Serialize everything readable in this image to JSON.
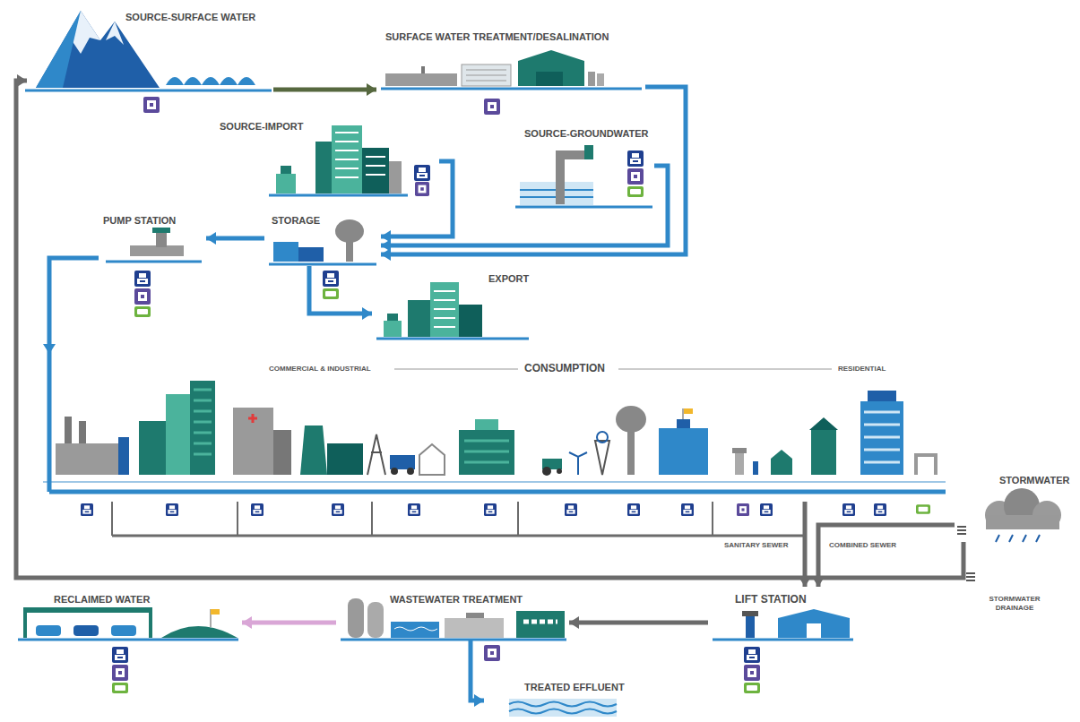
{
  "diagram": {
    "nodes": [
      {
        "text": [
          "SOURCE-SURFACE WATER"
        ]
      },
      {
        "text": [
          "SURFACE WATER TREATMENT/DESALINATION"
        ]
      },
      {
        "text": [
          "SOURCE-IMPORT"
        ]
      },
      {
        "text": [
          "SOURCE-GROUNDWATER"
        ]
      },
      {
        "text": [
          "PUMP STATION"
        ]
      },
      {
        "text": [
          "STORAGE"
        ]
      },
      {
        "text": [
          "EXPORT"
        ]
      },
      {
        "text": [
          "CONSUMPTION"
        ]
      },
      {
        "text": [
          "STORMWATER"
        ]
      },
      {
        "text": [
          "RECLAIMED WATER"
        ]
      },
      {
        "text": [
          "WASTEWATER TREATMENT"
        ]
      },
      {
        "text": [
          "LIFT STATION"
        ]
      },
      {
        "text": [
          "TREATED EFFLUENT"
        ]
      }
    ],
    "edges": [
      {
        "from": 0,
        "to": 1,
        "arrow": "to"
      },
      {
        "from": 1,
        "to": 5,
        "arrow": "to"
      },
      {
        "from": 2,
        "to": 5,
        "arrow": "to"
      },
      {
        "from": 3,
        "to": 5,
        "arrow": "to"
      },
      {
        "from": 5,
        "to": 4,
        "arrow": "to"
      },
      {
        "from": 5,
        "to": 6,
        "arrow": "to"
      },
      {
        "from": 4,
        "to": 7,
        "arrow": "to"
      },
      {
        "from": 7,
        "to": 11,
        "label": "SANITARY SEWER",
        "arrow": "to"
      },
      {
        "from": 8,
        "to": 11,
        "label": "COMBINED SEWER",
        "arrow": "to"
      },
      {
        "from": 8,
        "to": 0,
        "label": "STORMWATER DRAINAGE",
        "arrow": "to"
      },
      {
        "from": 11,
        "to": 10,
        "arrow": "to"
      },
      {
        "from": 10,
        "to": 9,
        "arrow": "to"
      },
      {
        "from": 10,
        "to": 12,
        "arrow": "to"
      }
    ],
    "labels": [
      "COMMERCIAL & INDUSTRIAL",
      "RESIDENTIAL"
    ]
  }
}
